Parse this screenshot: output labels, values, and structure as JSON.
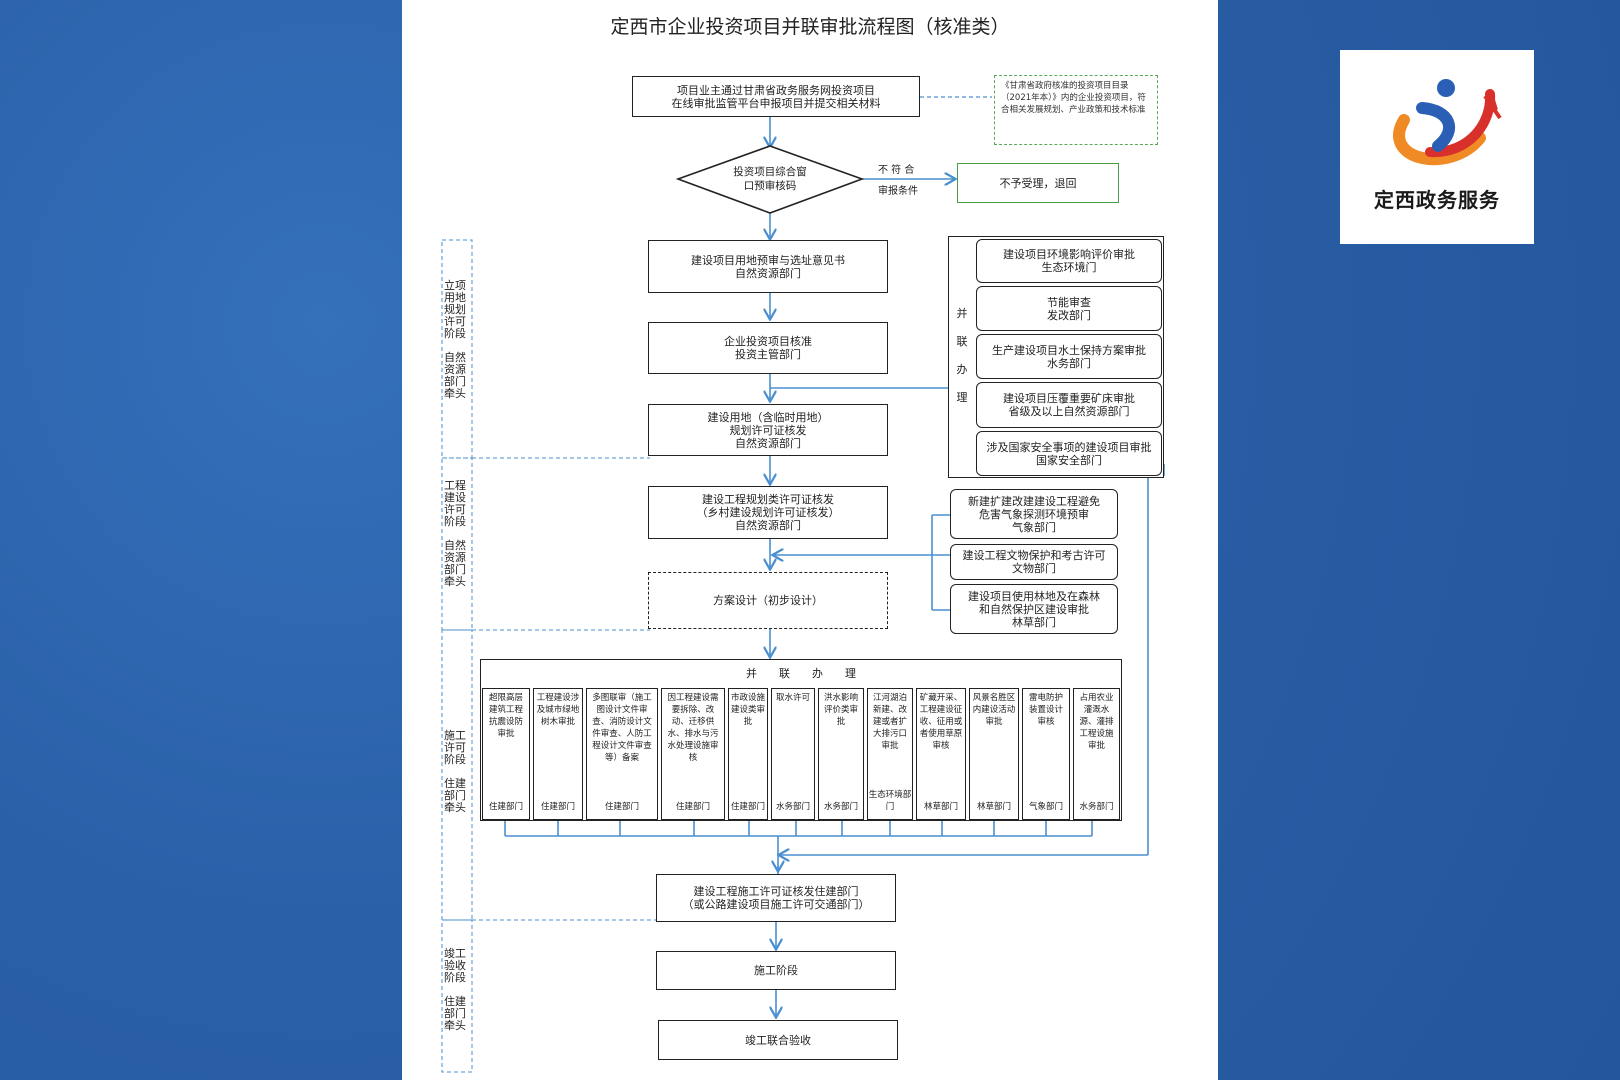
{
  "title": "定西市企业投资项目并联审批流程图（核准类）",
  "logo": {
    "text": "定西政务服务"
  },
  "flow": {
    "start": "项目业主通过甘肃省政务服务网投资项目\n在线审批监管平台申报项目并提交相关材料",
    "note": "《甘肃省政府核准的投资项目目录（2021年本）》内的企业投资项目，符合相关发展规划、产业政策和技术标准",
    "decision": "投资项目综合窗\n口预审核码",
    "reject_label_1": "不 符 合",
    "reject_label_2": "审报条件",
    "reject": "不予受理，退回",
    "step1": "建设项目用地预审与选址意见书\n自然资源部门",
    "step2": "企业投资项目核准\n投资主管部门",
    "step3": "建设用地（含临时用地）\n规划许可证核发\n自然资源部门",
    "step4": "建设工程规划类许可证核发\n（乡村建设规划许可证核发）\n自然资源部门",
    "step5": "方案设计（初步设计）",
    "step6": "建设工程施工许可证核发住建部门\n（或公路建设项目施工许可交通部门）",
    "step7": "施工阶段",
    "step8": "竣工联合验收"
  },
  "parallel1": {
    "label": "并联办理",
    "items": [
      "建设项目环境影响评价审批\n生态环境门",
      "节能审查\n发改部门",
      "生产建设项目水土保持方案审批\n水务部门",
      "建设项目压覆重要矿床审批\n省级及以上自然资源部门",
      "涉及国家安全事项的建设项目审批\n国家安全部门"
    ]
  },
  "parallel2": {
    "items": [
      "新建扩建改建建设工程避免\n危害气象探测环境预审\n气象部门",
      "建设工程文物保护和考古许可\n文物部门",
      "建设项目使用林地及在森林\n和自然保护区建设审批\n林草部门"
    ]
  },
  "parallel3": {
    "label": "并　　联　　办　　理",
    "columns": [
      {
        "text": "超限高层建筑工程抗震设防审批",
        "dept": "住建部门"
      },
      {
        "text": "工程建设涉及城市绿地树木审批",
        "dept": "住建部门"
      },
      {
        "text": "多图联审（施工图设计文件审查、消防设计文件审查、人防工程设计文件审查等）备案",
        "dept": "住建部门"
      },
      {
        "text": "因工程建设需要拆除、改动、迁移供水、排水与污水处理设施审核",
        "dept": "住建部门"
      },
      {
        "text": "市政设施建设类审批",
        "dept": "住建部门"
      },
      {
        "text": "取水许可",
        "dept": "水务部门"
      },
      {
        "text": "洪水影响评价类审批",
        "dept": "水务部门"
      },
      {
        "text": "江河湖泊新建、改建或者扩大排污口审批",
        "dept": "生态环境部门"
      },
      {
        "text": "矿藏开采、工程建设征收、征用或者使用草原审核",
        "dept": "林草部门"
      },
      {
        "text": "风景名胜区内建设活动审批",
        "dept": "林草部门"
      },
      {
        "text": "雷电防护装置设计审核",
        "dept": "气象部门"
      },
      {
        "text": "占用农业灌溉水源、灌排工程设施审批",
        "dept": "水务部门"
      }
    ]
  },
  "stages": [
    {
      "label": "立项用地规划许可阶段",
      "lead": "自然资源部门牵头"
    },
    {
      "label": "工程建设许可阶段",
      "lead": "自然资源部门牵头"
    },
    {
      "label": "施工许可阶段",
      "lead": "住建部门牵头"
    },
    {
      "label": "竣工验收阶段",
      "lead": "住建部门牵头"
    }
  ]
}
